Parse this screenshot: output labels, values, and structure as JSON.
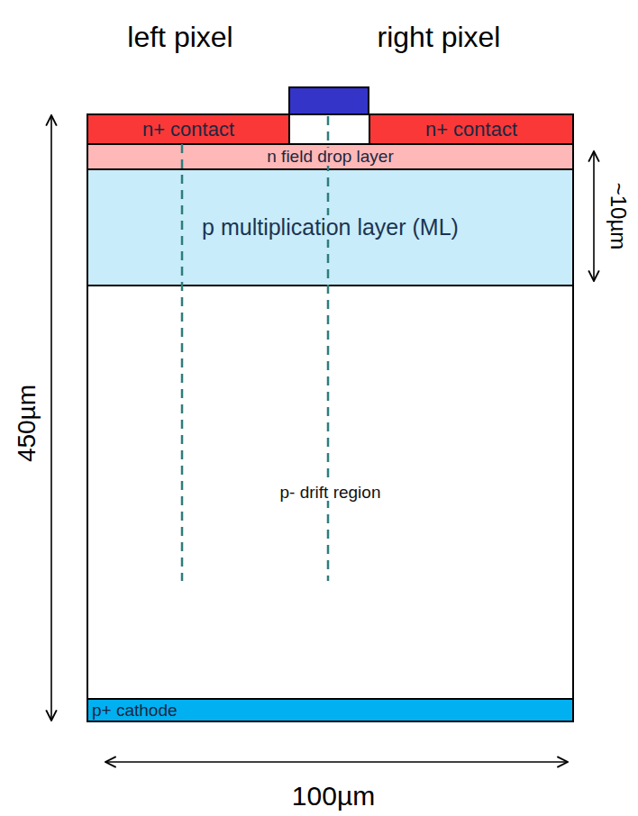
{
  "diagram": {
    "nodes": [
      {
        "text": [
          "n+ contact"
        ]
      },
      {
        "text": [
          "n+ contact"
        ]
      },
      {
        "text": [
          "n field drop layer"
        ]
      },
      {
        "text": [
          "p multiplication layer (ML)"
        ]
      },
      {
        "text": [
          "p- drift region"
        ]
      },
      {
        "text": [
          "p+ cathode"
        ]
      }
    ],
    "labels": [
      "left pixel",
      "right pixel",
      "450µm",
      "~10µm",
      "100µm"
    ]
  }
}
